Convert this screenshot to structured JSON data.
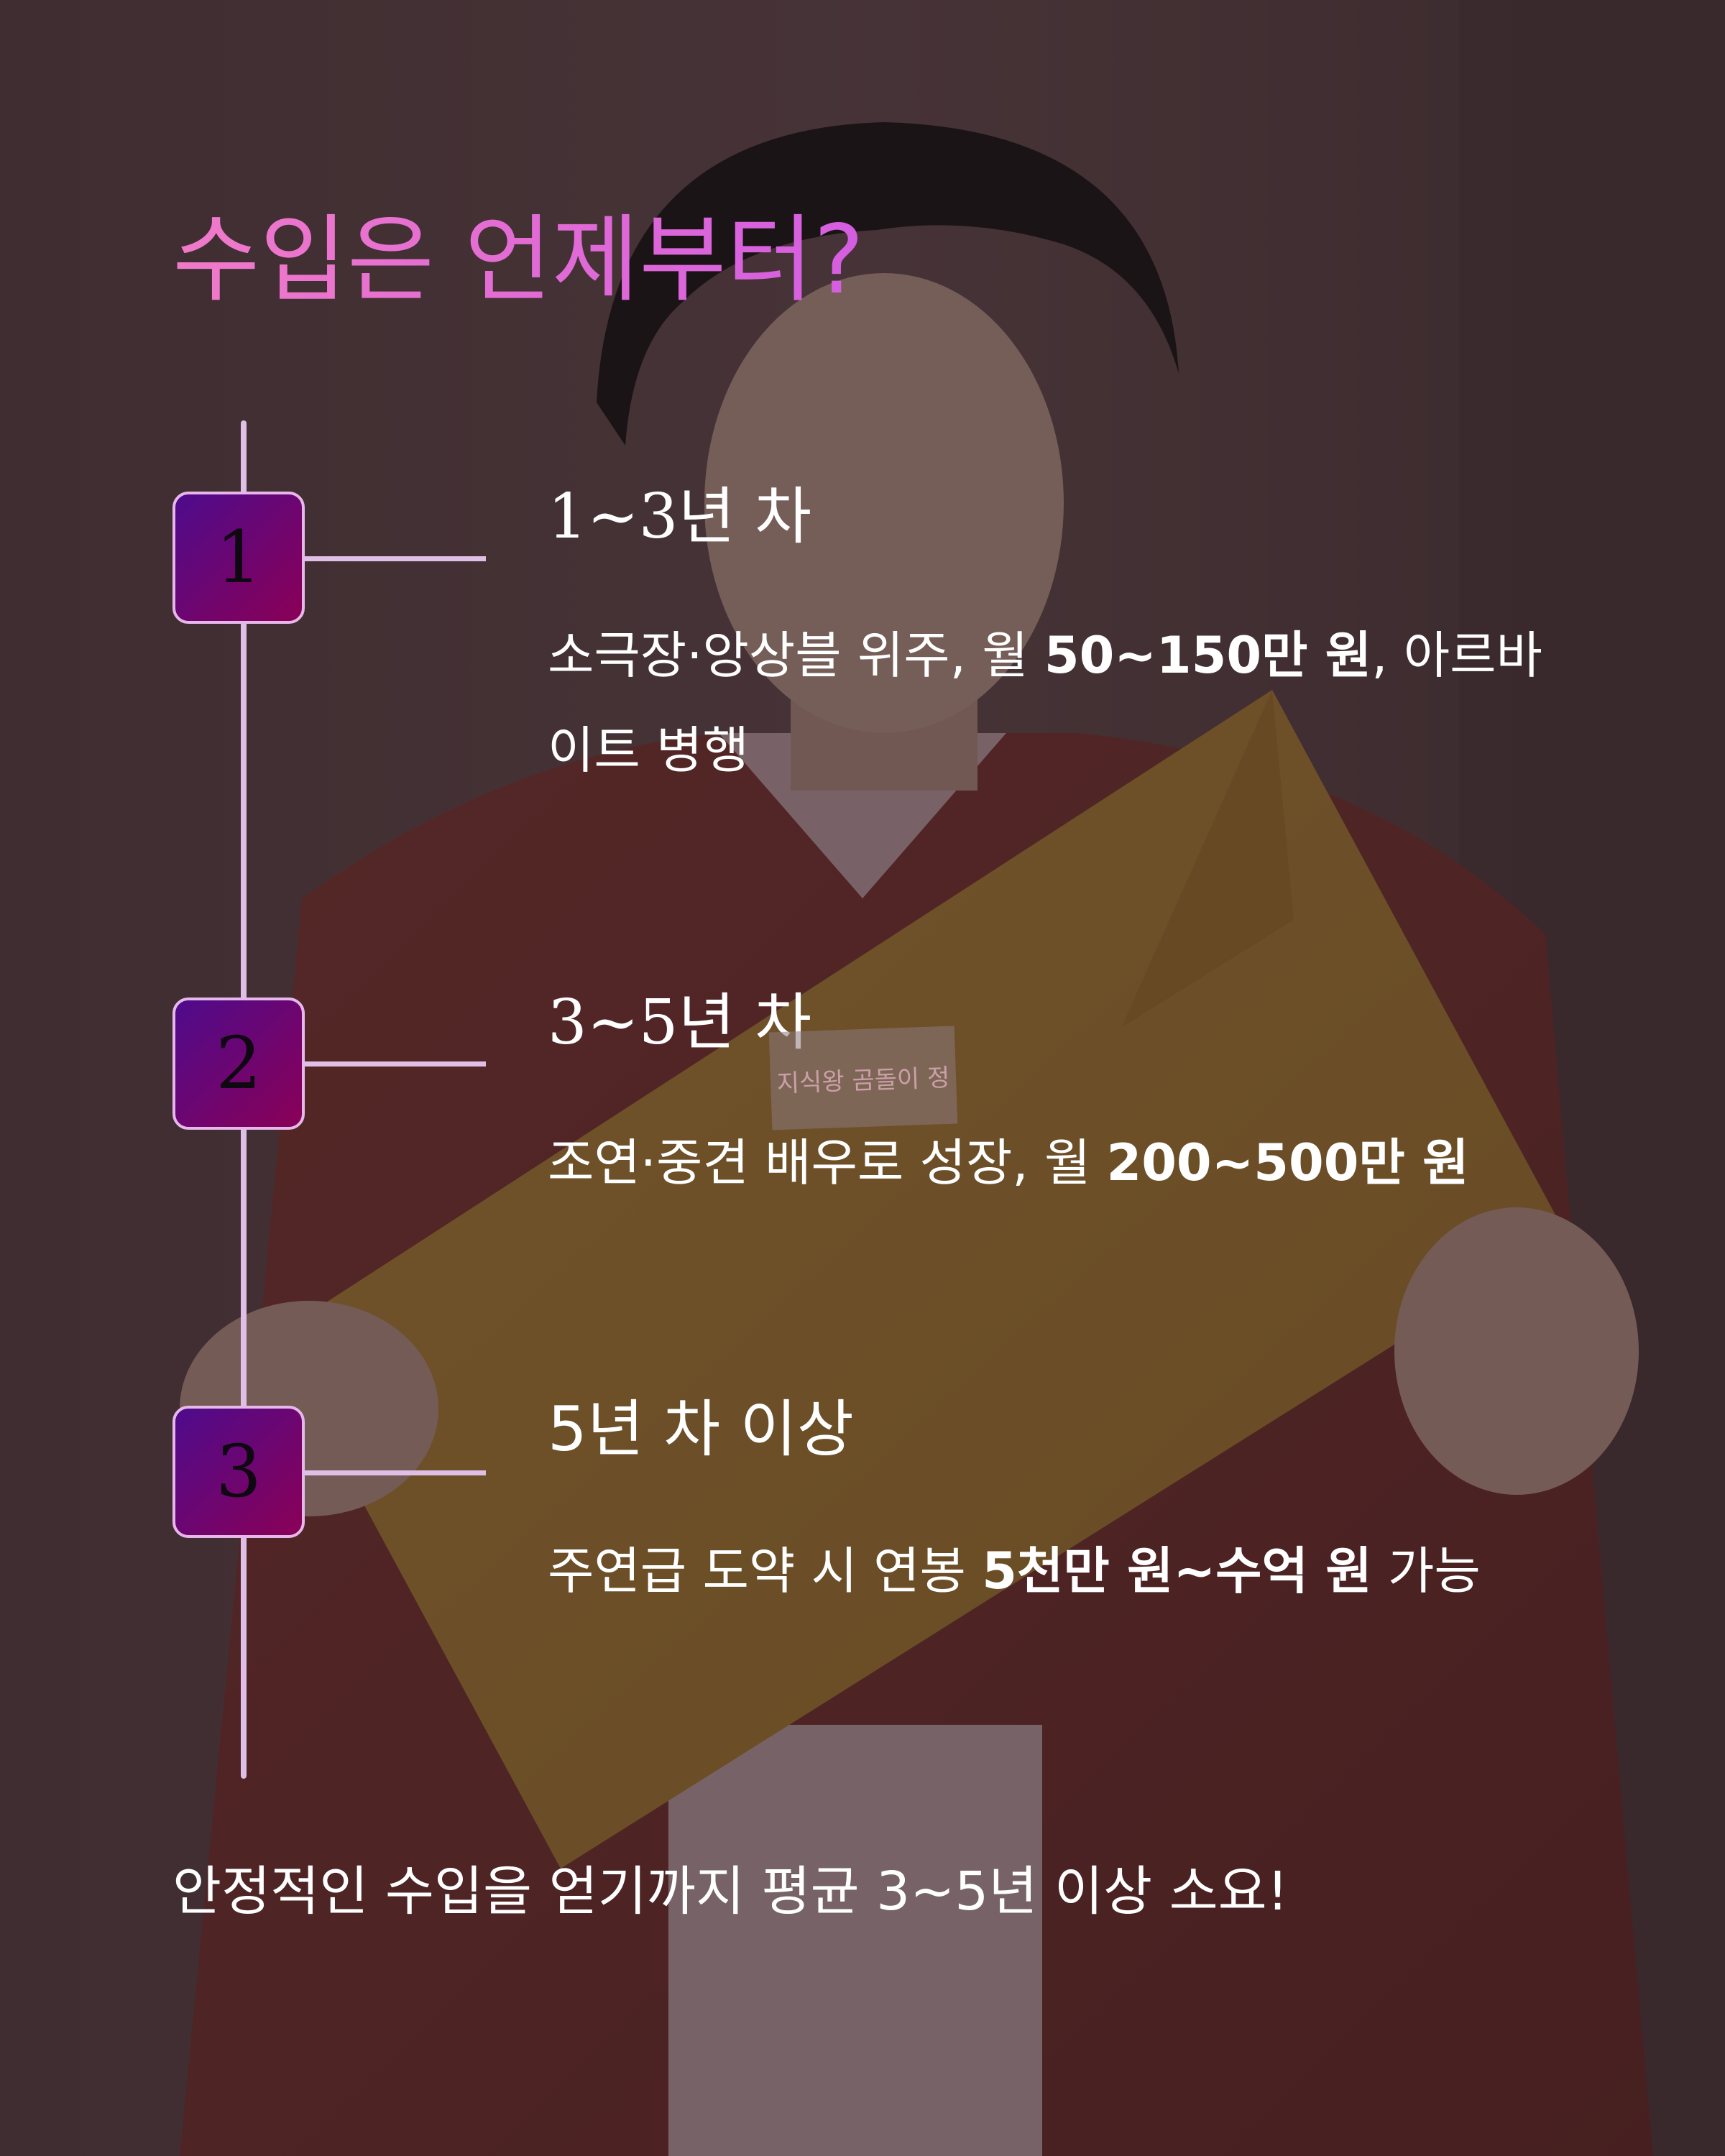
{
  "title": "수입은 언제부터?",
  "steps": [
    {
      "number": "1",
      "title": "1~3년 차",
      "desc_parts": [
        {
          "text": "소극장·앙상블 위주, 월 ",
          "bold": false
        },
        {
          "text": "50~150만 원",
          "bold": true
        },
        {
          "text": ", 아르바이트 병행",
          "bold": false
        }
      ]
    },
    {
      "number": "2",
      "title": "3~5년 차",
      "desc_parts": [
        {
          "text": "조연·중견 배우로 성장, 월 ",
          "bold": false
        },
        {
          "text": "200~500만 원",
          "bold": true
        }
      ]
    },
    {
      "number": "3",
      "title": "5년 차 이상",
      "desc_parts": [
        {
          "text": "주연급 도약 시 연봉 ",
          "bold": false
        },
        {
          "text": "5천만 원~수억 원",
          "bold": true
        },
        {
          "text": " 가능",
          "bold": false
        }
      ]
    }
  ],
  "footer": "안정적인 수입을 얻기까지 평균 3~5년 이상 소요!",
  "watermark": "지식왕 곰돌이 정",
  "colors": {
    "title_gradient_start": "#f07ac8",
    "title_gradient_end": "#d45ee0",
    "timeline": "#e0bfe6",
    "box_gradient_start": "#4e0b8c",
    "box_gradient_end": "#8a0056"
  }
}
